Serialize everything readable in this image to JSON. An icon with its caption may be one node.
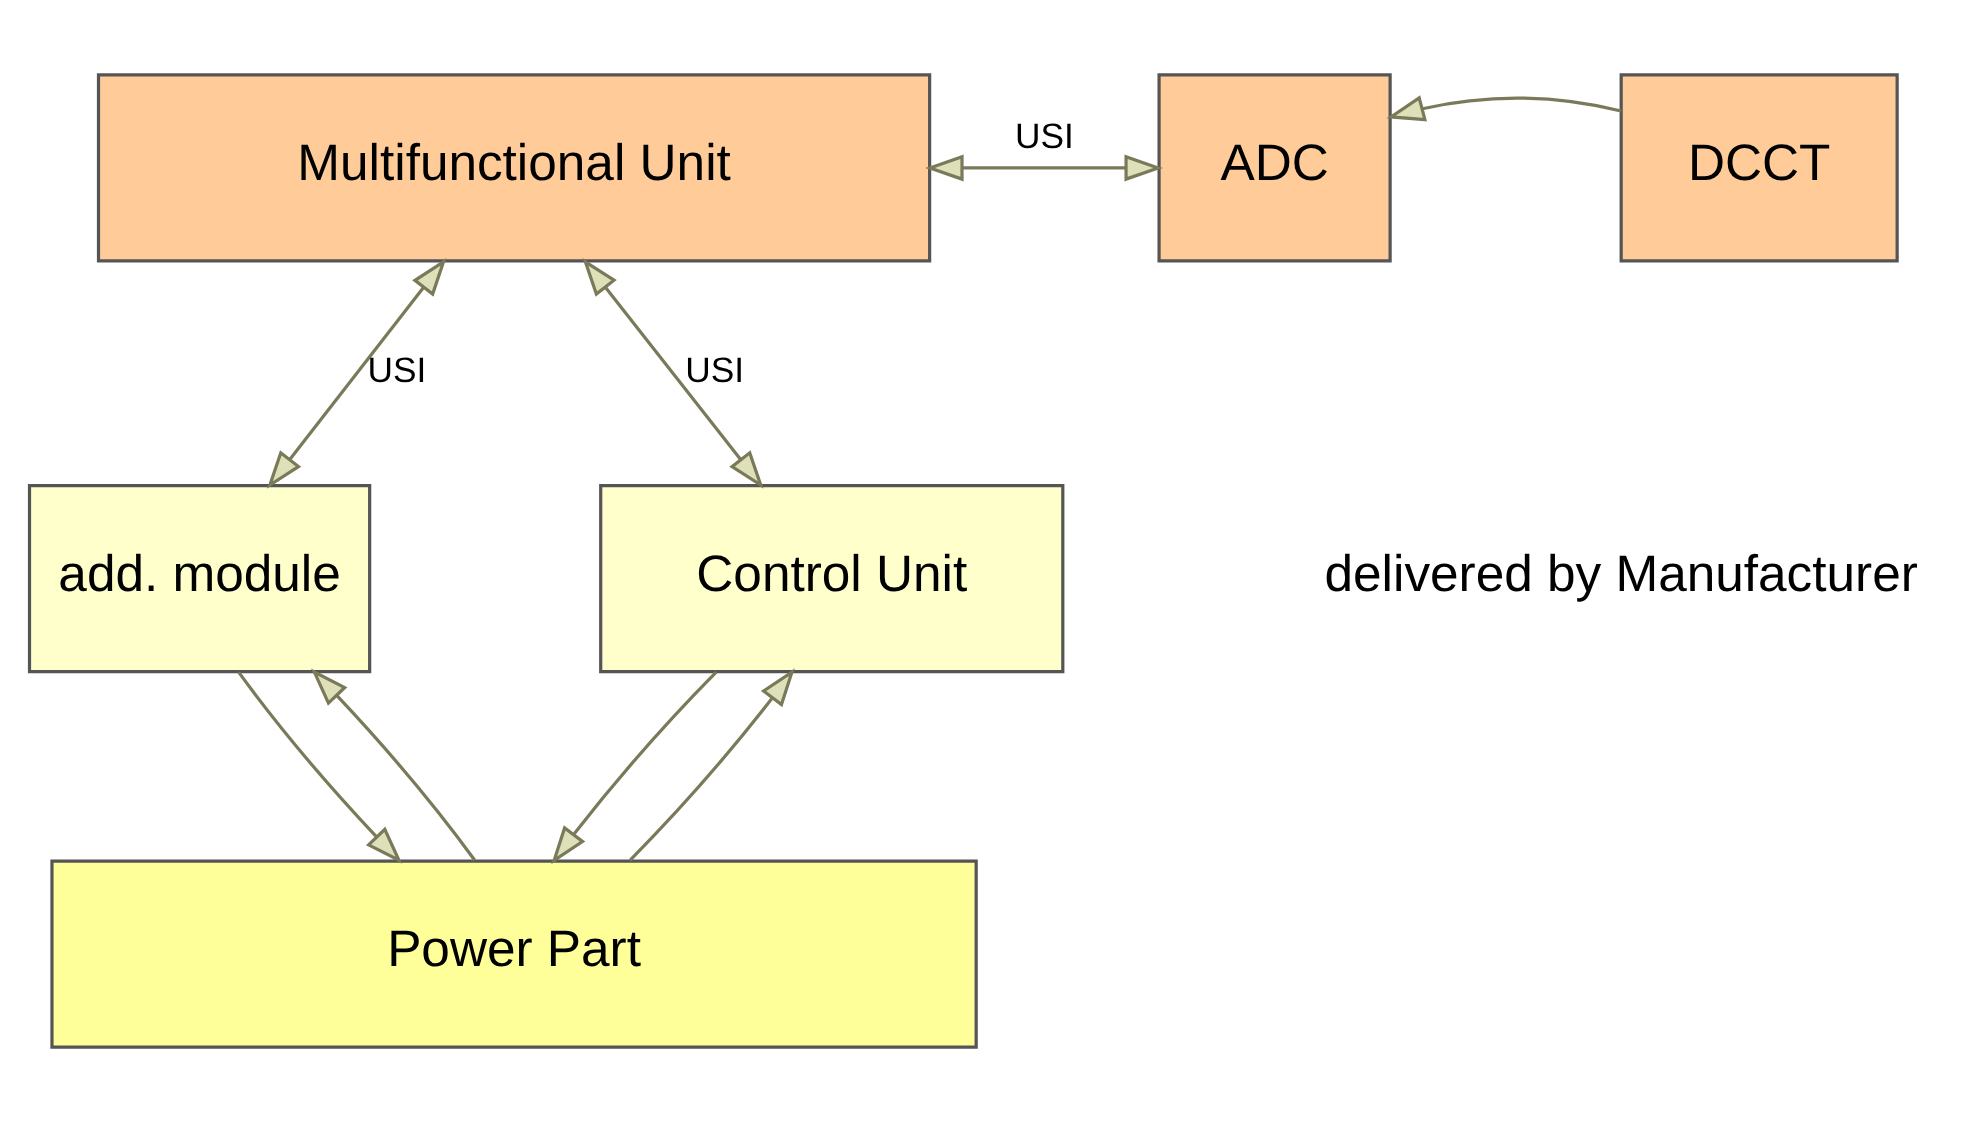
{
  "diagram": {
    "nodes": [
      {
        "text": [
          "Multifunctional Unit"
        ]
      },
      {
        "text": [
          "ADC"
        ]
      },
      {
        "text": [
          "DCCT"
        ]
      },
      {
        "text": [
          "add. module"
        ]
      },
      {
        "text": [
          "Control Unit"
        ]
      },
      {
        "text": [
          "Power Part"
        ]
      }
    ],
    "edges": [
      {
        "from": 0,
        "to": 1,
        "arrow": "both",
        "label": "USI"
      },
      {
        "from": 2,
        "to": 1,
        "arrow": "to"
      },
      {
        "from": 0,
        "to": 3,
        "arrow": "both",
        "label": "USI"
      },
      {
        "from": 0,
        "to": 4,
        "arrow": "both",
        "label": "USI"
      },
      {
        "from": 3,
        "to": 5,
        "arrow": "to"
      },
      {
        "from": 5,
        "to": 3,
        "arrow": "to"
      },
      {
        "from": 4,
        "to": 5,
        "arrow": "to"
      },
      {
        "from": 5,
        "to": 4,
        "arrow": "to"
      }
    ],
    "labels": [
      "delivered by Manufacturer"
    ]
  }
}
